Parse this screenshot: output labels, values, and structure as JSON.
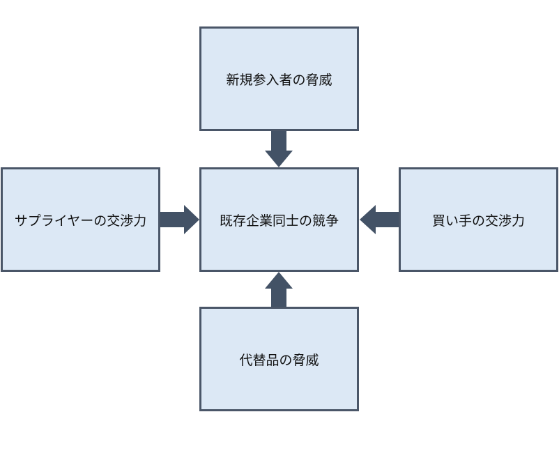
{
  "diagram": {
    "colors": {
      "box_fill": "#dce8f5",
      "box_border": "#4a5668",
      "arrow": "#435266"
    },
    "nodes": {
      "top": "新規参入者の脅威",
      "center": "既存企業同士の競争",
      "left": "サプライヤーの交渉力",
      "right": "買い手の交渉力",
      "bottom": "代替品の脅威"
    },
    "edges": [
      {
        "from": "top",
        "to": "center"
      },
      {
        "from": "left",
        "to": "center"
      },
      {
        "from": "right",
        "to": "center"
      },
      {
        "from": "bottom",
        "to": "center"
      }
    ]
  }
}
